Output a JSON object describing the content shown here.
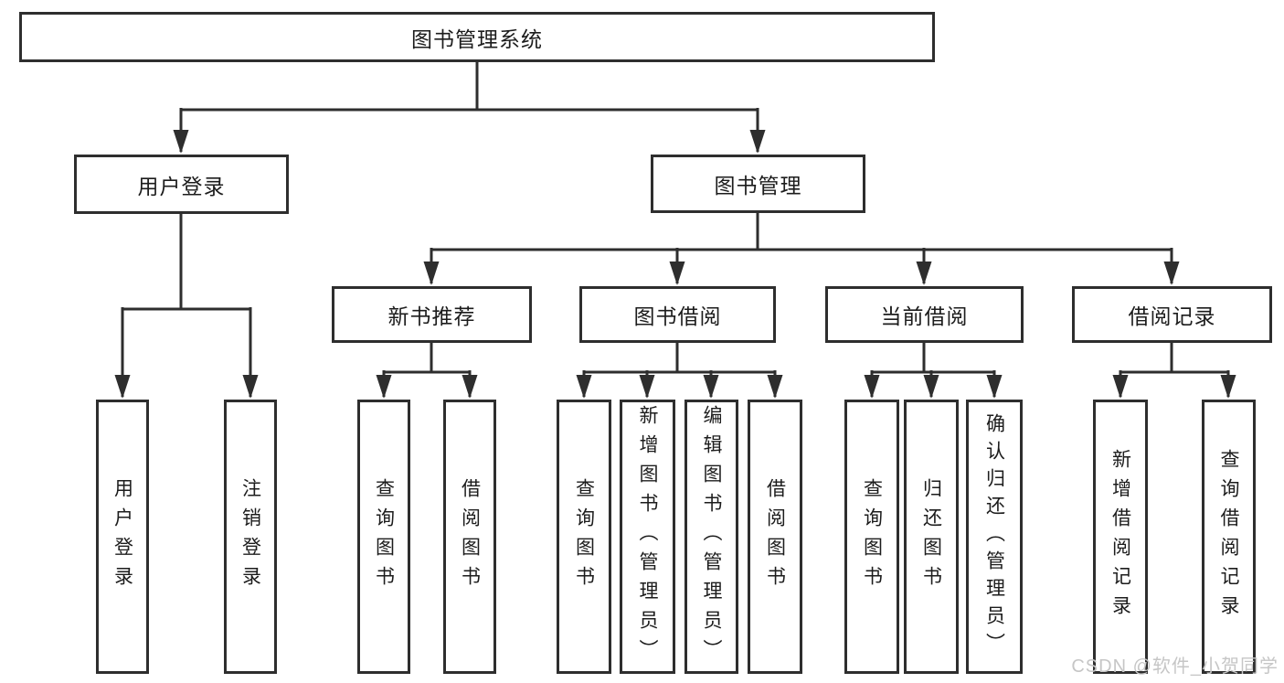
{
  "diagram": {
    "root": {
      "label": "图书管理系统"
    },
    "level2": [
      {
        "label": "用户登录"
      },
      {
        "label": "图书管理"
      }
    ],
    "level3": [
      {
        "label": "新书推荐"
      },
      {
        "label": "图书借阅"
      },
      {
        "label": "当前借阅"
      },
      {
        "label": "借阅记录"
      }
    ],
    "leaves": {
      "user_login": [
        "用户登录",
        "注销登录"
      ],
      "new_book": [
        "查询图书",
        "借阅图书"
      ],
      "book_borrow": [
        "查询图书",
        "新增图书（管理员）",
        "编辑图书（管理员）",
        "借阅图书"
      ],
      "current_borrow": [
        "查询图书",
        "归还图书",
        "确认归还（管理员）"
      ],
      "borrow_record": [
        "新增借阅记录",
        "查询借阅记录"
      ]
    }
  },
  "watermark": {
    "text": "CSDN @软件_小贺同学",
    "color": "#c6c6c6"
  },
  "colors": {
    "background": "#ffffff",
    "line": "#2e2e2e",
    "box_border": "#2e2e2e",
    "text": "#1c1c1c"
  }
}
